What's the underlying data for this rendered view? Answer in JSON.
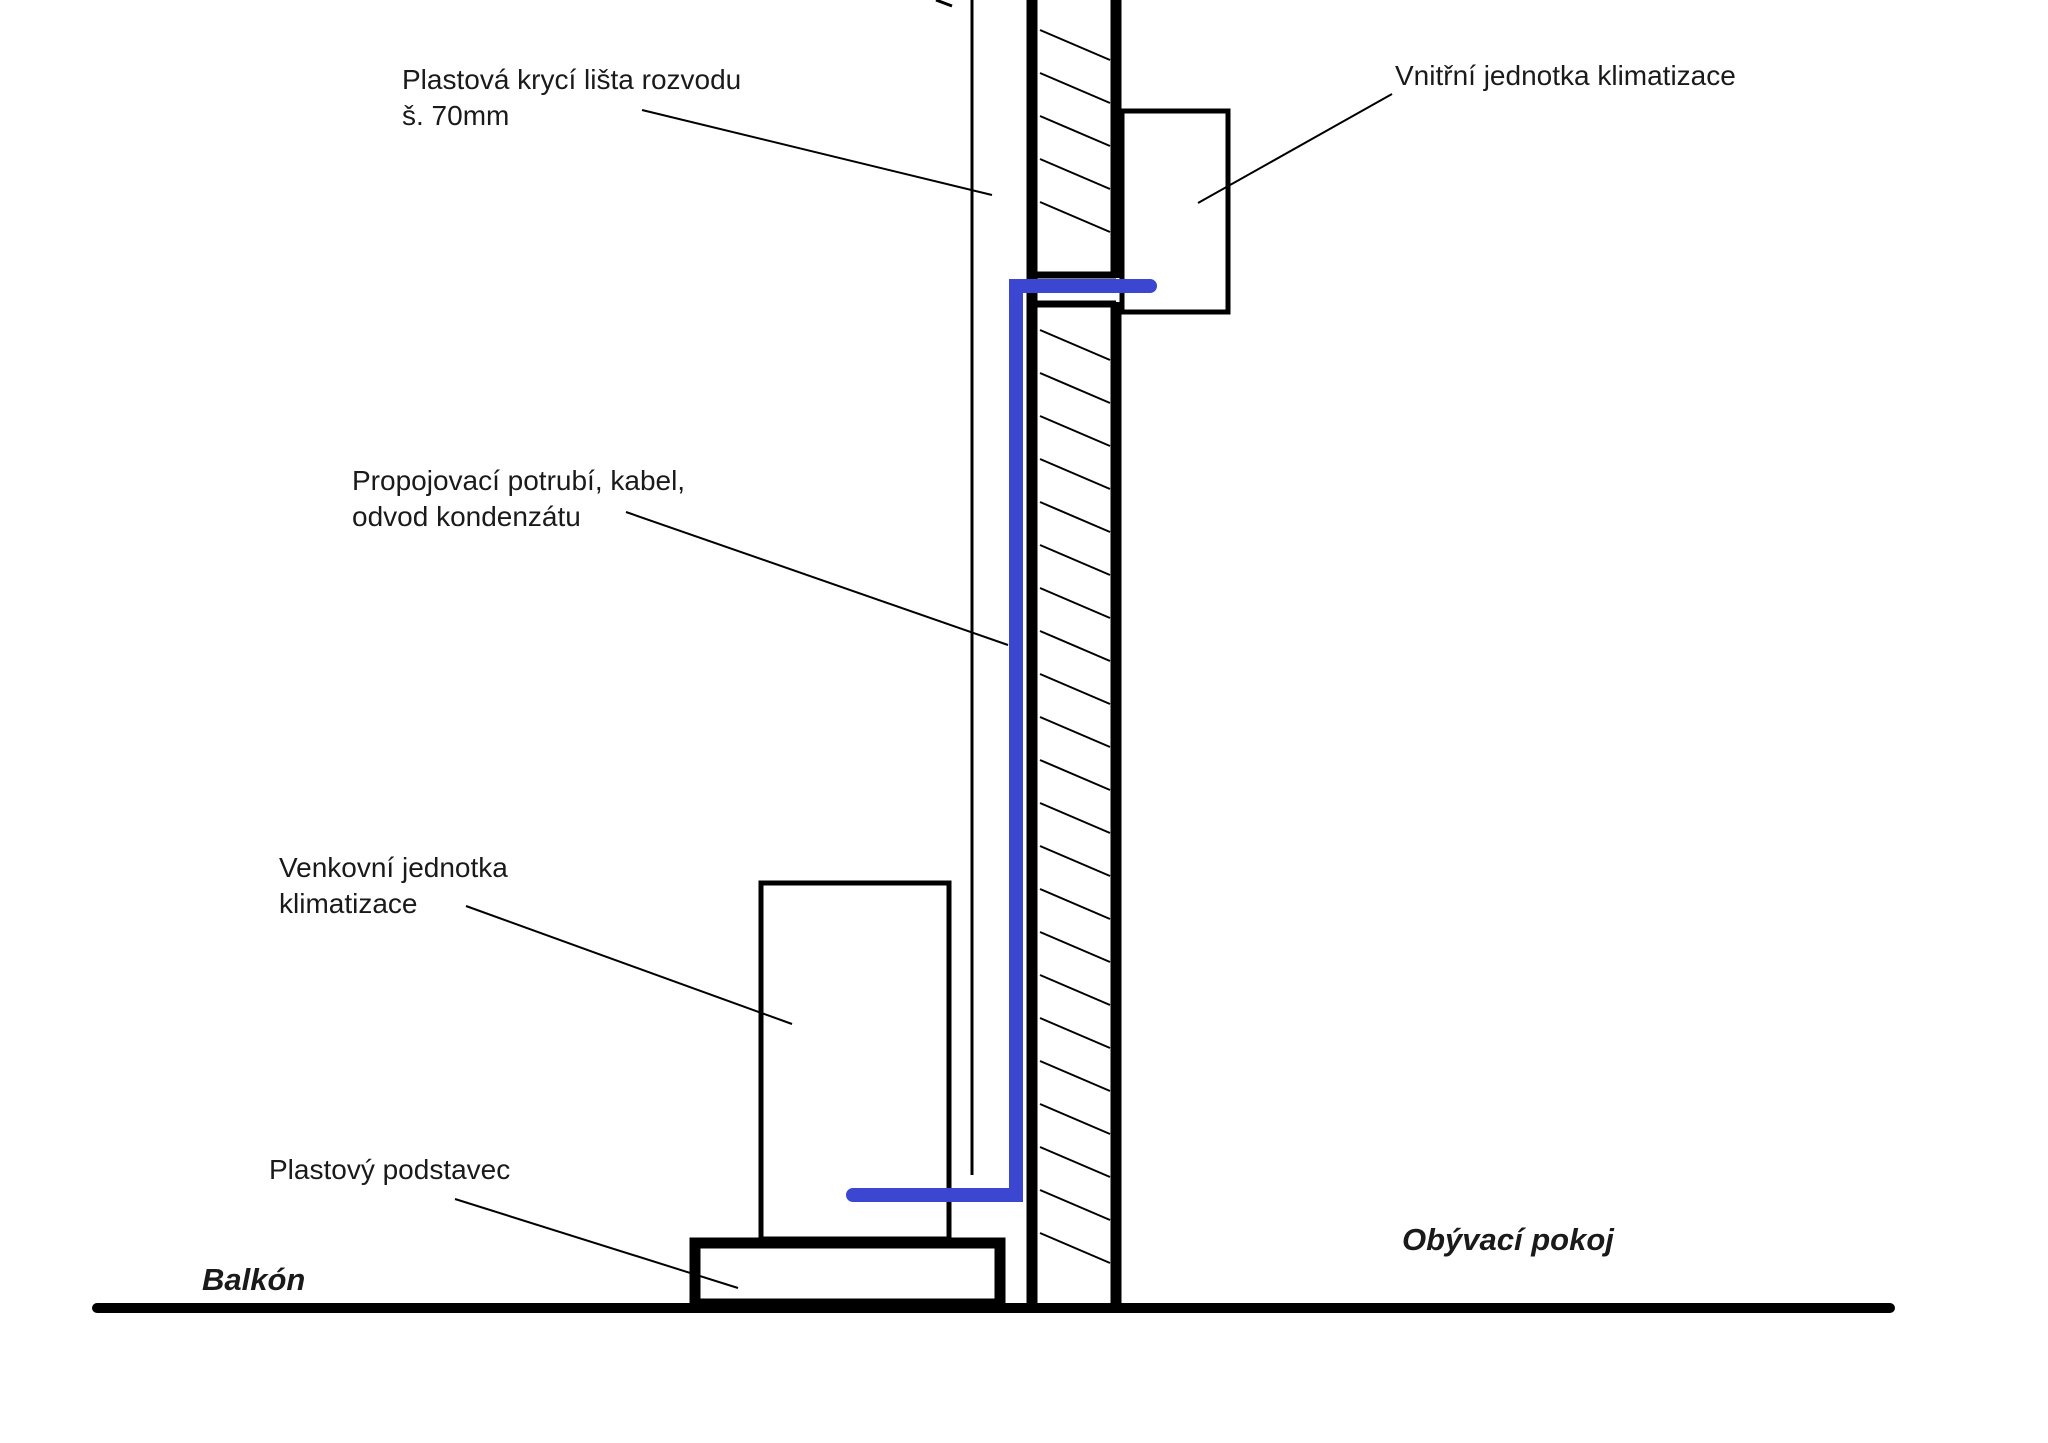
{
  "labels": {
    "cover_strip": [
      "Plastová krycí lišta rozvodu",
      "š. 70mm"
    ],
    "indoor_unit": "Vnitřní jednotka klimatizace",
    "piping": [
      "Propojovací potrubí, kabel,",
      "odvod kondenzátu"
    ],
    "outdoor_unit": [
      "Venkovní jednotka",
      "klimatizace"
    ],
    "stand": "Plastový podstavec",
    "balcony": "Balkón",
    "living_room": "Obývací pokoj"
  },
  "colors": {
    "line": "#000000",
    "pipe": "#3b47d0",
    "background": "#ffffff"
  }
}
